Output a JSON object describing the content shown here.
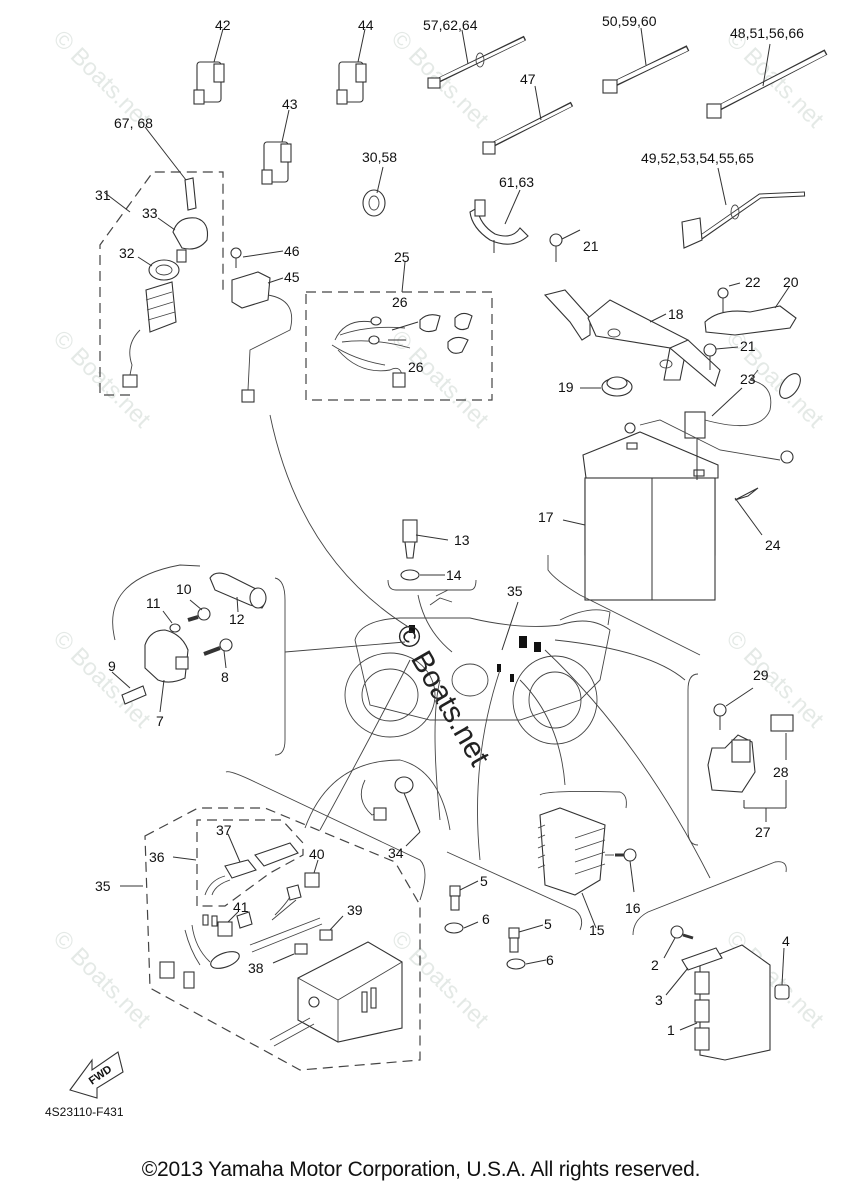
{
  "diagram": {
    "title": "Yamaha ATV Electrical 1 Parts Diagram",
    "diagram_code": "4S23110-F431",
    "fwd_label": "FWD",
    "watermark": "© Boats.net",
    "copyright": "©2013 Yamaha Motor Corporation, U.S.A. All rights reserved.",
    "callouts": [
      {
        "id": "42",
        "label": "42"
      },
      {
        "id": "44",
        "label": "44"
      },
      {
        "id": "43",
        "label": "43"
      },
      {
        "id": "57-62-64",
        "label": "57,62,64"
      },
      {
        "id": "50-59-60",
        "label": "50,59,60"
      },
      {
        "id": "48-51-56-66",
        "label": "48,51,56,66"
      },
      {
        "id": "47",
        "label": "47"
      },
      {
        "id": "49-52-53-54-55-65",
        "label": "49,52,53,54,55,65"
      },
      {
        "id": "61-63",
        "label": "61,63"
      },
      {
        "id": "30-58",
        "label": "30,58"
      },
      {
        "id": "67-68",
        "label": "67, 68"
      },
      {
        "id": "31",
        "label": "31"
      },
      {
        "id": "33",
        "label": "33"
      },
      {
        "id": "32",
        "label": "32"
      },
      {
        "id": "46",
        "label": "46"
      },
      {
        "id": "45",
        "label": "45"
      },
      {
        "id": "25",
        "label": "25"
      },
      {
        "id": "26a",
        "label": "26"
      },
      {
        "id": "26b",
        "label": "26"
      },
      {
        "id": "21a",
        "label": "21"
      },
      {
        "id": "22",
        "label": "22"
      },
      {
        "id": "20",
        "label": "20"
      },
      {
        "id": "18",
        "label": "18"
      },
      {
        "id": "21b",
        "label": "21"
      },
      {
        "id": "19",
        "label": "19"
      },
      {
        "id": "23",
        "label": "23"
      },
      {
        "id": "17",
        "label": "17"
      },
      {
        "id": "24",
        "label": "24"
      },
      {
        "id": "13",
        "label": "13"
      },
      {
        "id": "14",
        "label": "14"
      },
      {
        "id": "35a",
        "label": "35"
      },
      {
        "id": "10",
        "label": "10"
      },
      {
        "id": "11",
        "label": "11"
      },
      {
        "id": "12",
        "label": "12"
      },
      {
        "id": "9",
        "label": "9"
      },
      {
        "id": "7",
        "label": "7"
      },
      {
        "id": "8",
        "label": "8"
      },
      {
        "id": "29",
        "label": "29"
      },
      {
        "id": "28",
        "label": "28"
      },
      {
        "id": "27",
        "label": "27"
      },
      {
        "id": "34",
        "label": "34"
      },
      {
        "id": "37",
        "label": "37"
      },
      {
        "id": "36",
        "label": "36"
      },
      {
        "id": "40",
        "label": "40"
      },
      {
        "id": "35b",
        "label": "35"
      },
      {
        "id": "41",
        "label": "41"
      },
      {
        "id": "39",
        "label": "39"
      },
      {
        "id": "38",
        "label": "38"
      },
      {
        "id": "5a",
        "label": "5"
      },
      {
        "id": "6a",
        "label": "6"
      },
      {
        "id": "5b",
        "label": "5"
      },
      {
        "id": "6b",
        "label": "6"
      },
      {
        "id": "15",
        "label": "15"
      },
      {
        "id": "16",
        "label": "16"
      },
      {
        "id": "2",
        "label": "2"
      },
      {
        "id": "4",
        "label": "4"
      },
      {
        "id": "3",
        "label": "3"
      },
      {
        "id": "1",
        "label": "1"
      }
    ]
  }
}
